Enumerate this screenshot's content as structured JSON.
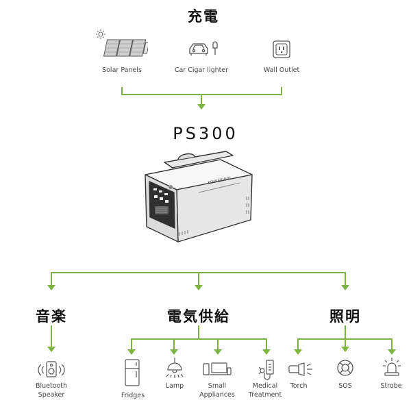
{
  "charging": {
    "title": "充電",
    "sources": [
      {
        "label": "Solar Panels",
        "icon": "solar-panel-icon"
      },
      {
        "label": "Car Cigar lighter",
        "icon": "car-icon"
      },
      {
        "label": "Wall Outlet",
        "icon": "wall-outlet-icon"
      }
    ]
  },
  "product": {
    "model": "PS300",
    "brand_mark": "POWERWIN",
    "icon": "power-station-illustration"
  },
  "outputs": {
    "audio": {
      "title": "音楽",
      "items": [
        {
          "label_lines": [
            "Bluetooth",
            "Speaker"
          ],
          "icon": "speaker-icon"
        }
      ]
    },
    "power": {
      "title": "電気供給",
      "items": [
        {
          "label_lines": [
            "Fridges"
          ],
          "icon": "fridge-icon"
        },
        {
          "label_lines": [
            "Lamp"
          ],
          "icon": "lamp-icon"
        },
        {
          "label_lines": [
            "Small",
            "Appliances"
          ],
          "icon": "appliances-icon"
        },
        {
          "label_lines": [
            "Medical",
            "Treatment"
          ],
          "icon": "medical-icon"
        }
      ]
    },
    "lighting": {
      "title": "照明",
      "items": [
        {
          "label_lines": [
            "Torch"
          ],
          "icon": "torch-icon"
        },
        {
          "label_lines": [
            "SOS"
          ],
          "icon": "sos-icon"
        },
        {
          "label_lines": [
            "Strobe"
          ],
          "icon": "strobe-icon"
        }
      ]
    }
  },
  "colors": {
    "connector": "#7cb342",
    "line_art": "#555555"
  }
}
